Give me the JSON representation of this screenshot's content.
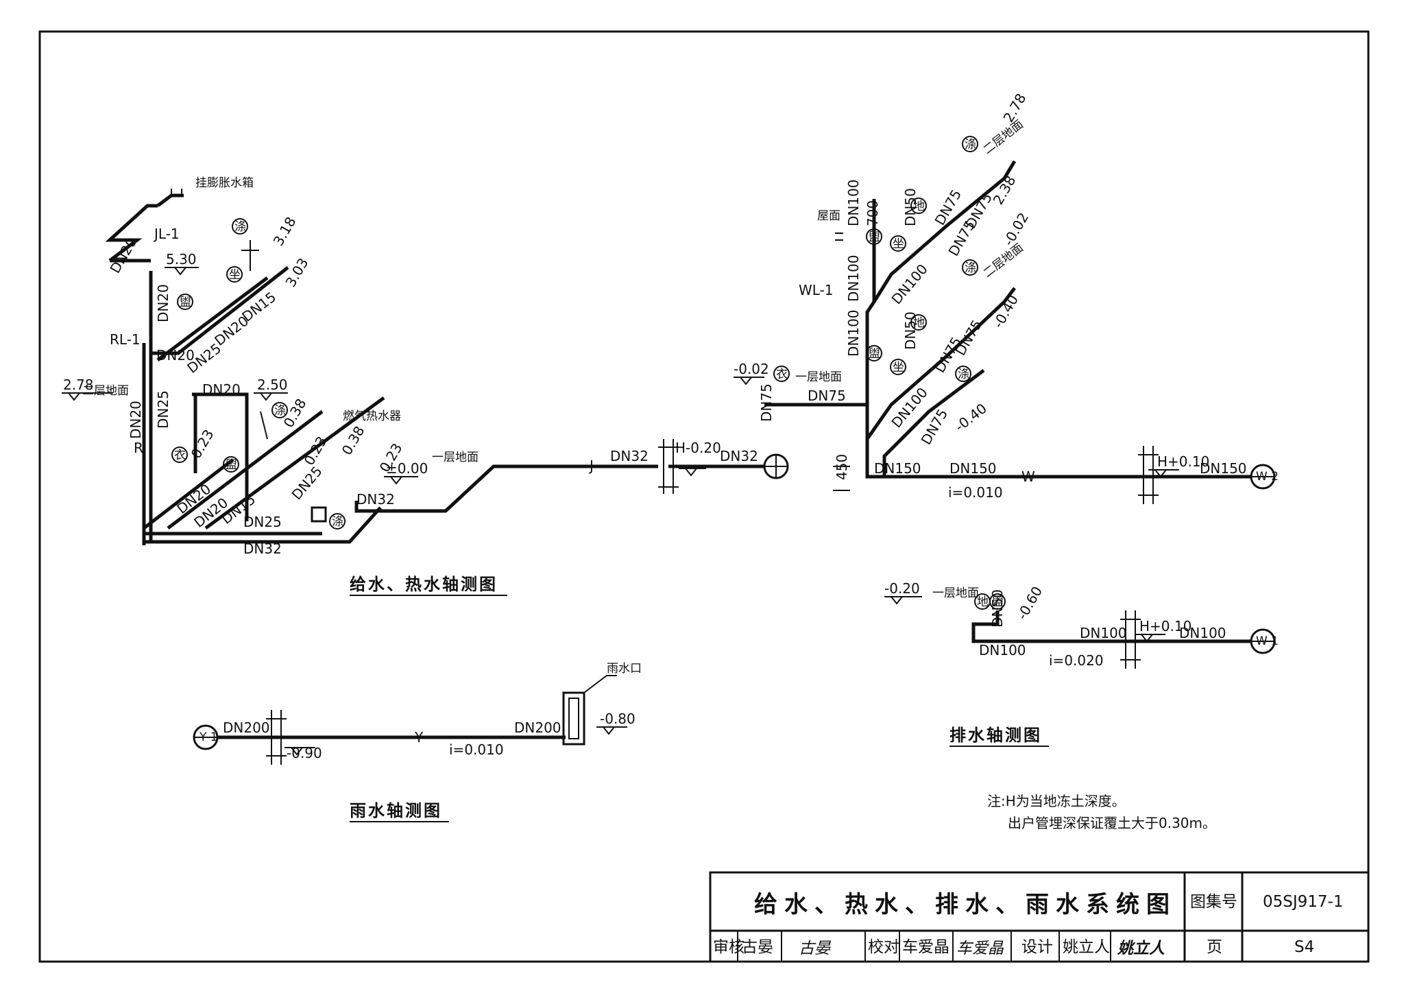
{
  "diagrams": {
    "supply": {
      "title": "给水、热水轴测图",
      "labels": {
        "expansion_tank": "挂膨胀水箱",
        "jl1": "JL-1",
        "rl1": "RL-1",
        "gas_heater": "燃气热水器",
        "floor2": "二层地面",
        "floor1": "一层地面",
        "j": "J",
        "r": "R"
      },
      "sizes": [
        "DN20",
        "DN20",
        "DN20",
        "DN25",
        "DN20",
        "DN15",
        "DN20",
        "DN25",
        "DN20",
        "DN20",
        "DN20",
        "DN15",
        "DN25",
        "DN32",
        "DN25",
        "DN32",
        "DN32",
        "DN32"
      ],
      "elevations": [
        "5.30",
        "3.18",
        "3.03",
        "2.78",
        "2.50",
        "0.38",
        "0.23",
        "0.23",
        "0.38",
        "0.23",
        "±0.00",
        "H-0.20"
      ],
      "fixtures": [
        "涤",
        "坐",
        "盥",
        "涤",
        "衣",
        "盥",
        "涤"
      ]
    },
    "drainage": {
      "title": "排水轴测图",
      "labels": {
        "roof": "屋面",
        "wl1": "WL-1",
        "floor2_a": "二层地面",
        "floor2_b": "二层地面",
        "floor1_a": "一层地面",
        "floor1_b": "一层地面",
        "w": "W"
      },
      "sizes": [
        "DN100",
        "DN100",
        "DN100",
        "DN50",
        "DN75",
        "DN75",
        "DN100",
        "DN75",
        "DN50",
        "DN75",
        "DN100",
        "DN75",
        "DN75",
        "DN150",
        "DN150",
        "DN150",
        "DN75",
        "DN75",
        "DN50",
        "DN100",
        "DN100",
        "DN100"
      ],
      "dims": [
        "700",
        "450"
      ],
      "elevations": [
        "2.78",
        "2.38",
        "-0.02",
        "-0.40",
        "-0.02",
        "-0.40",
        "H+0.10",
        "-0.20",
        "-0.60",
        "H+0.10"
      ],
      "slopes": [
        "i=0.010",
        "i=0.020"
      ],
      "fixtures": [
        "涤",
        "坐",
        "地",
        "盥",
        "涤",
        "坐",
        "地",
        "盥",
        "衣",
        "涤",
        "地",
        "盥"
      ],
      "outlets": [
        "W 2",
        "W 1"
      ]
    },
    "rain": {
      "title": "雨水轴测图",
      "labels": {
        "inlet": "雨水口",
        "y": "Y"
      },
      "sizes": [
        "DN200",
        "DN200"
      ],
      "elevations": [
        "-0.90",
        "-0.80"
      ],
      "slope": "i=0.010",
      "outlet": "Y 1"
    }
  },
  "note": {
    "line1": "注:H为当地冻土深度。",
    "line2": "出户管埋深保证覆土大于0.30m。"
  },
  "title_block": {
    "drawing_title": "给水、热水、排水、雨水系统图",
    "atlas_label": "图集号",
    "atlas_no": "05SJ917-1",
    "review_label": "审核",
    "reviewer": "古晏",
    "reviewer_sign": "古晏",
    "check_label": "校对",
    "checker": "车爱晶",
    "checker_sign": "车爱晶",
    "design_label": "设计",
    "designer": "姚立人",
    "designer_sign": "姚立人",
    "page_label": "页",
    "page_no": "S4"
  }
}
